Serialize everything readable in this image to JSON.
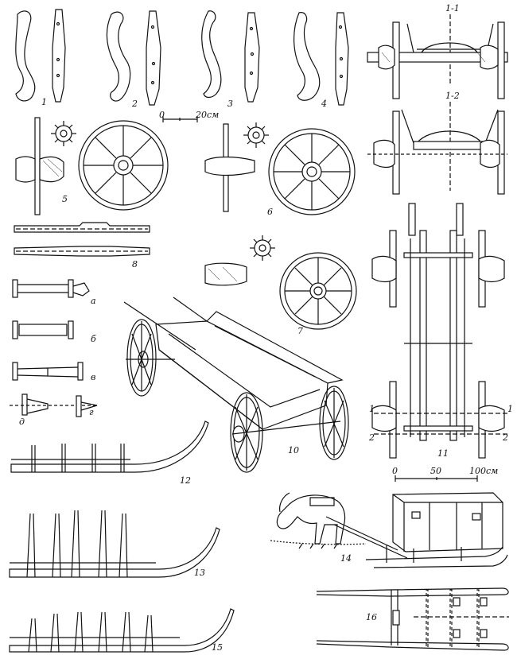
{
  "labels": {
    "f1": "1",
    "f2": "2",
    "f3": "3",
    "f4": "4",
    "f5": "5",
    "f6": "6",
    "f7": "7",
    "f8": "8",
    "f10": "10",
    "f11": "11",
    "f12": "12",
    "f13": "13",
    "f14": "14",
    "f15": "15",
    "f16": "16",
    "a": "а",
    "b": "б",
    "v": "в",
    "g": "г",
    "d": "д",
    "sec11": "1-1",
    "sec12": "1-2",
    "cut1L": "1",
    "cut2L": "2",
    "cut1R": "1",
    "cut2R": "2"
  },
  "scale_top": {
    "zero": "0",
    "end": "20см"
  },
  "scale_bottom": {
    "zero": "0",
    "mid": "50",
    "end": "100см"
  }
}
